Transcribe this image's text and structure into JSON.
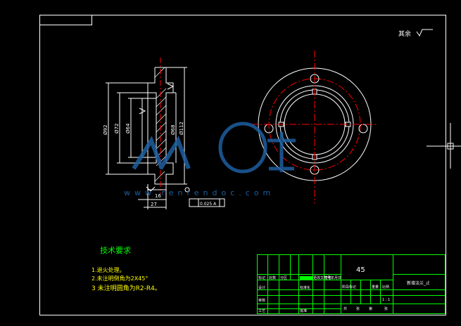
{
  "drawing": {
    "surface_mark": "其余",
    "material": "45",
    "part_name": "新增法兰_止",
    "scale": "1 : 1",
    "tech_title": "技术要求",
    "tech_notes": [
      "1.退火处理。",
      "2.未注明倒角为2X45°",
      "3 未注明圆角为R2-R4。"
    ],
    "watermark_text": "www.renrendoc.com",
    "dimensions": {
      "d92": "Ø92",
      "d72": "Ø72",
      "d64": "Ø64",
      "d68": "Ø68",
      "d112": "Ø112",
      "len16": "16",
      "len27": "27",
      "geom_tol": "0.025 A",
      "datum": "A"
    },
    "title_block": {
      "row1": [
        "标记",
        "处数",
        "分区",
        "更改文件号",
        "签名",
        "年月日"
      ],
      "row2": [
        "设计",
        "标准化"
      ],
      "row3": [
        "审核"
      ],
      "row4": [
        "工艺",
        "批准"
      ],
      "stage_labels": [
        "阶段标记",
        "重量",
        "比例"
      ],
      "bottom_labels": [
        "共",
        "张",
        "第",
        "张"
      ]
    },
    "colors": {
      "line": "#ffffff",
      "green": "#00ff00",
      "red": "#ff0000",
      "yellow": "#ffff00",
      "watermark": "#1e5fa0"
    }
  }
}
